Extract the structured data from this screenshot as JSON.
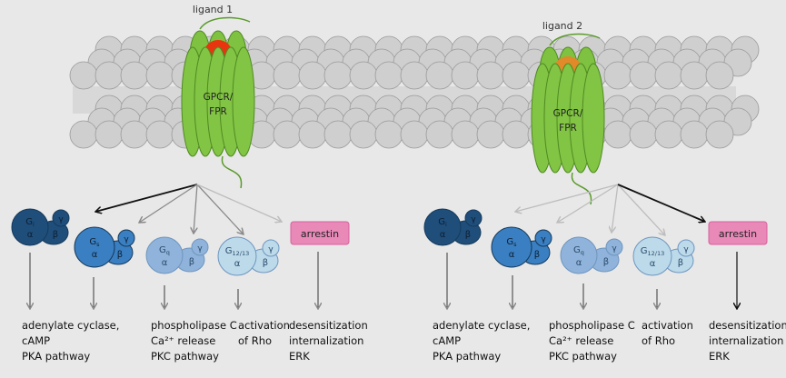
{
  "left": {
    "ligand": "ligand 1",
    "receptor": [
      "GPCR/",
      "FPR"
    ],
    "ligand_color": "#e8350f",
    "active_arrow": "Gi",
    "outputs": [
      [
        "adenylate cyclase,",
        "cAMP",
        "PKA pathway"
      ],
      [
        "phospholipase C",
        "Ca²⁺ release",
        "PKC pathway"
      ],
      [
        "activation",
        "of Rho"
      ],
      [
        "desensitization",
        "internalization",
        "ERK"
      ]
    ]
  },
  "right": {
    "ligand": "ligand 2",
    "receptor": [
      "GPCR/",
      "FPR"
    ],
    "ligand_color": "#e08a2a",
    "active_arrow": "arrestin",
    "outputs": [
      [
        "adenylate cyclase,",
        "cAMP",
        "PKA pathway"
      ],
      [
        "phospholipase C",
        "Ca²⁺ release",
        "PKC pathway"
      ],
      [
        "activation",
        "of Rho"
      ],
      [
        "desensitization",
        "internalization",
        "ERK"
      ]
    ]
  },
  "gproteins": [
    {
      "name": "G",
      "sub": "i",
      "alpha": "α",
      "beta": "β",
      "gamma": "γ",
      "color": "#1f4e7a"
    },
    {
      "name": "G",
      "sub": "s",
      "alpha": "α",
      "beta": "β",
      "gamma": "γ",
      "color": "#3a7fc1"
    },
    {
      "name": "G",
      "sub": "q",
      "alpha": "α",
      "beta": "β",
      "gamma": "γ",
      "color": "#8fb3da"
    },
    {
      "name": "G",
      "sub": "12/13",
      "alpha": "α",
      "beta": "β",
      "gamma": "γ",
      "color": "#bcdaea"
    }
  ],
  "arrestin": {
    "label": "arrestin",
    "color": "#e889b8"
  }
}
